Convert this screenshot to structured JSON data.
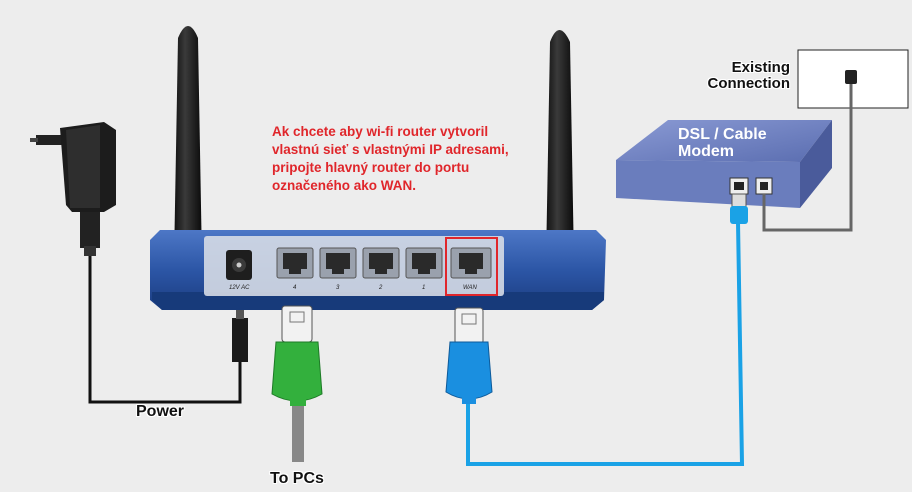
{
  "note": {
    "lines": [
      "Ak chcete aby wi-fi router vytvoril",
      "vlastnú sieť s vlastnými IP adresami,",
      "pripojte hlavný router do portu",
      "označeného ako WAN."
    ]
  },
  "labels": {
    "existing_line1": "Existing",
    "existing_line2": "Connection",
    "modem_line1": "DSL / Cable",
    "modem_line2": "Modem",
    "power": "Power",
    "to_pcs": "To PCs"
  },
  "router": {
    "power_port": "12V AC",
    "ports": [
      "4",
      "3",
      "2",
      "1"
    ],
    "wan": "WAN"
  },
  "colors": {
    "router_blue": "#2c56a6",
    "modem_blue": "#6a7dbd",
    "highlight": "#e0262b",
    "cable_green": "#2faa3a",
    "cable_blue": "#1aa2e6"
  }
}
